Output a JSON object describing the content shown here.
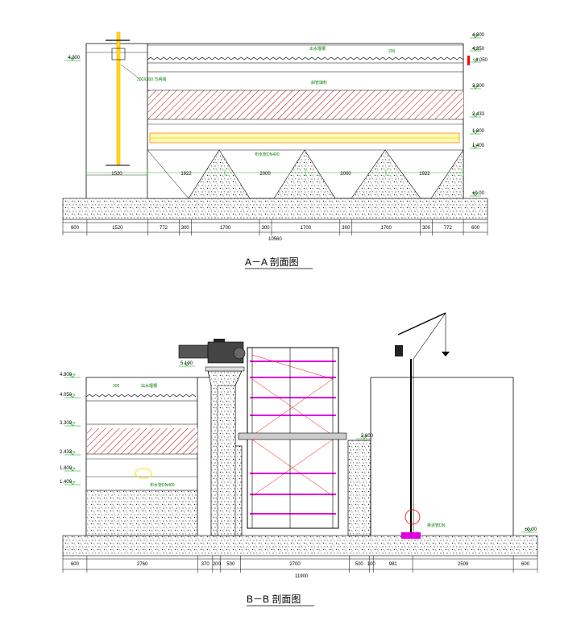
{
  "section_aa": {
    "title": "A－A 剖面图",
    "levels": [
      "4.800",
      "4.350",
      "4.050",
      "3.300",
      "2.433",
      "1.800",
      "1.400",
      "±0.00"
    ],
    "left_level": "4.200",
    "notes": {
      "outlet_trough": "出水堰槽",
      "pitch_label": "200",
      "valve": "300X300 方闸阀",
      "tube_media": "斜管填料",
      "feed_pipe": "布水管DN400"
    },
    "bay_dims": [
      "1520",
      "1922",
      "2000",
      "2000",
      "1922"
    ],
    "bottom_dims": [
      "600",
      "1520",
      "772",
      "300",
      "1700",
      "300",
      "1700",
      "300",
      "1700",
      "300",
      "772",
      "600"
    ],
    "total": "10560"
  },
  "section_bb": {
    "title": "B－B 剖面图",
    "levels": [
      "4.800",
      "4.050",
      "3.300",
      "2.433",
      "1.800",
      "1.400"
    ],
    "right_levels": {
      "motor": "5.100",
      "mid": "2.800",
      "zero": "±0.00"
    },
    "notes": {
      "outlet_trough": "出水堰槽",
      "pitch_label": "200",
      "feed_pipe": "布水管DN400",
      "sludge_pipe": "排泥管DN"
    },
    "bottom_dims": [
      "600",
      "2760",
      "370",
      "200",
      "500",
      "2700",
      "500",
      "100",
      "981",
      "2509",
      "600"
    ],
    "total": "11900"
  },
  "colors": {
    "line": "#000000",
    "green": "#00a000",
    "yellow": "#ffe000",
    "orange": "#ff8c00",
    "magenta": "#e000e0",
    "red": "#ff0000",
    "hatch": "#c00000"
  }
}
